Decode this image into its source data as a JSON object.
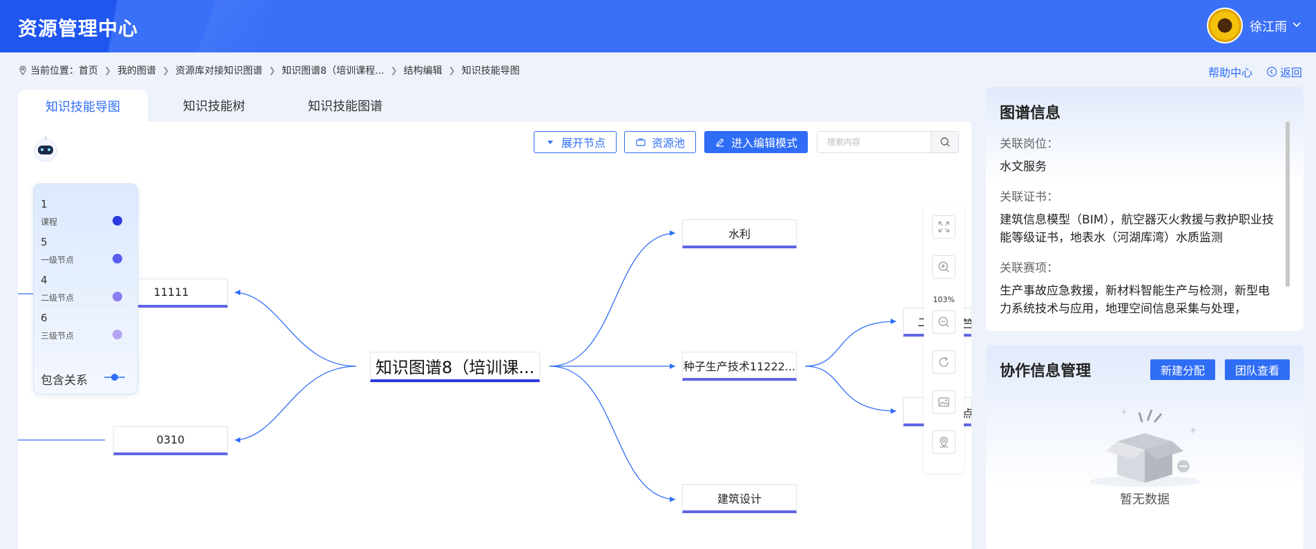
{
  "app": {
    "title": "资源管理中心"
  },
  "user": {
    "name": "徐江雨"
  },
  "breadcrumb": {
    "prefix": "当前位置：",
    "items": [
      "首页",
      "我的图谱",
      "资源库对接知识图谱",
      "知识图谱8（培训课程...",
      "结构编辑",
      "知识技能导图"
    ]
  },
  "links": {
    "help": "帮助中心",
    "back": "返回"
  },
  "tabs": [
    {
      "label": "知识技能导图",
      "active": true
    },
    {
      "label": "知识技能树",
      "active": false
    },
    {
      "label": "知识技能图谱",
      "active": false
    }
  ],
  "toolbar": {
    "expand_label": "展开节点",
    "pool_label": "资源池",
    "edit_label": "进入编辑模式",
    "search_placeholder": "搜索内容"
  },
  "mindmap": {
    "root": "知识图谱8（培训课...",
    "left_nodes": [
      "11111",
      "0310"
    ],
    "right_nodes": [
      "水利",
      "种子生产技术11222...",
      "建筑设计"
    ],
    "far_right_top": "二",
    "far_right_top_tail": "竺",
    "far_right_bottom_tail": "点"
  },
  "legend": {
    "items": [
      {
        "count": "1",
        "label": "课程",
        "color": "#2a3ae0"
      },
      {
        "count": "5",
        "label": "一级节点",
        "color": "#5b5cf0"
      },
      {
        "count": "4",
        "label": "二级节点",
        "color": "#8b7cf2"
      },
      {
        "count": "6",
        "label": "三级节点",
        "color": "#b5a4f0"
      }
    ],
    "relation_label": "包含关系"
  },
  "zoom": {
    "level": "103%"
  },
  "info": {
    "title": "图谱信息",
    "job_label": "关联岗位：",
    "job_value": "水文服务",
    "cert_label": "关联证书：",
    "cert_value": "建筑信息模型（BIM），航空器灭火救援与救护职业技能等级证书，地表水（河湖库湾）水质监测",
    "contest_label": "关联赛项：",
    "contest_value": "生产事故应急救援，新材料智能生产与检测，新型电力系统技术与应用，地理空间信息采集与处理，"
  },
  "collab": {
    "title": "协作信息管理",
    "new_label": "新建分配",
    "team_label": "团队查看",
    "empty_text": "暂无数据"
  },
  "colors": {
    "primary": "#2f6df6",
    "header": "#3a6ff7",
    "node_underline": "#6065e6"
  }
}
